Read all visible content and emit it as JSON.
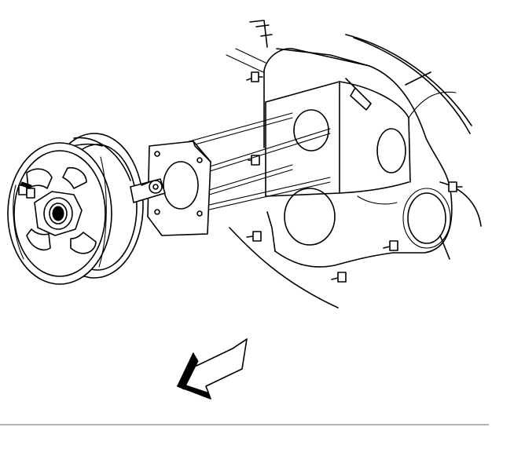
{
  "figure": {
    "type": "exploded-assembly-line-drawing",
    "parts": [
      "vacuum-booster",
      "mounting-gasket",
      "mounting-studs",
      "firewall-panel",
      "nuts"
    ],
    "direction_indicator": "arrow-pointing-down-left",
    "colors": {
      "ink": "#000000",
      "background": "#ffffff",
      "divider": "#9a9a9a"
    }
  }
}
